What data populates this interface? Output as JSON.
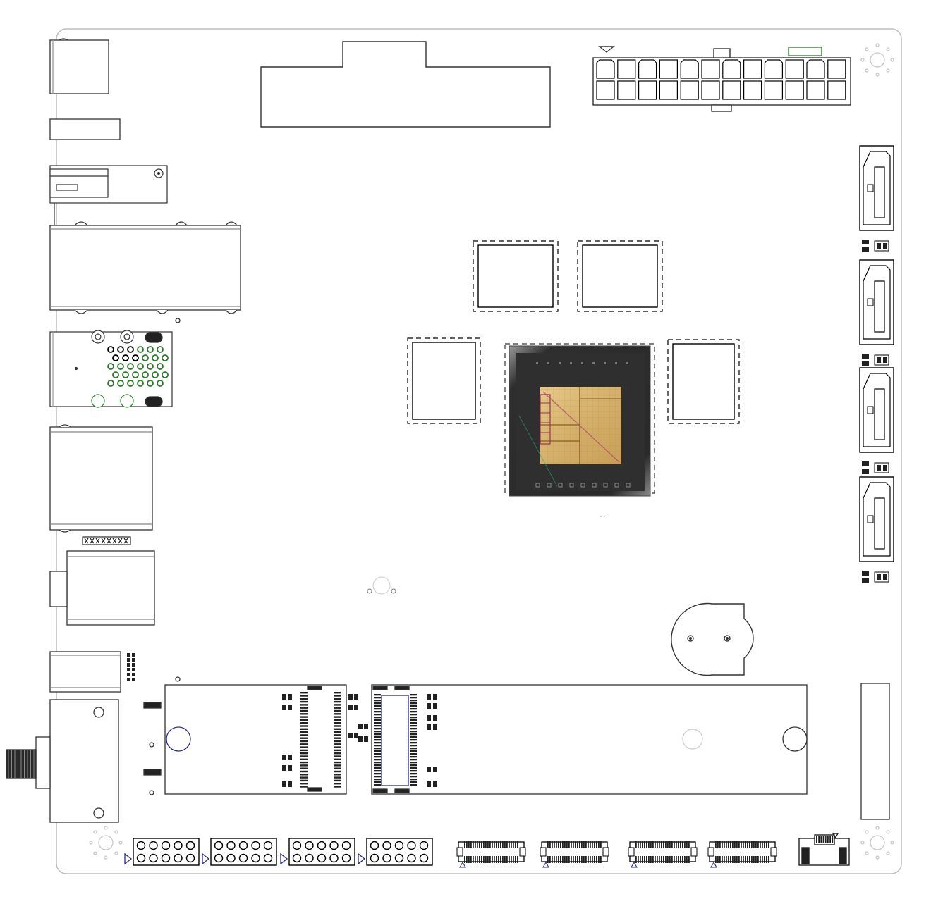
{
  "diagram": {
    "type": "motherboard-layout",
    "colors": {
      "outline": "#000000",
      "board_edge": "#bbbbbb",
      "green_pad": "#2a7a2a",
      "blue_mark": "#2a2a8a",
      "cpu_dark": "#3a3a3a",
      "die_gold": "#d8b870"
    },
    "components": {
      "rear_io": [
        "usb-stack",
        "hdmi-port",
        "dc-jack",
        "dual-usb-stack",
        "rj45-audio-combo",
        "ethernet-port",
        "audio-jack",
        "small-port",
        "antenna-connector"
      ],
      "top": [
        "pcie-slot",
        "atx-24pin-power"
      ],
      "center": [
        "memory-chip-1",
        "memory-chip-2",
        "memory-chip-3",
        "memory-chip-4",
        "cpu-package"
      ],
      "right": [
        "sata-port-1",
        "sata-port-2",
        "sata-port-3",
        "sata-port-4",
        "cmos-battery-holder",
        "vertical-slot"
      ],
      "bottom": [
        "m2-slot-wifi",
        "m2-slot-nvme",
        "pin-header-1",
        "pin-header-2",
        "pin-header-3",
        "pin-header-4",
        "fpc-connector-1",
        "fpc-connector-2",
        "fpc-connector-3",
        "fpc-connector-4",
        "fan-header"
      ]
    }
  }
}
